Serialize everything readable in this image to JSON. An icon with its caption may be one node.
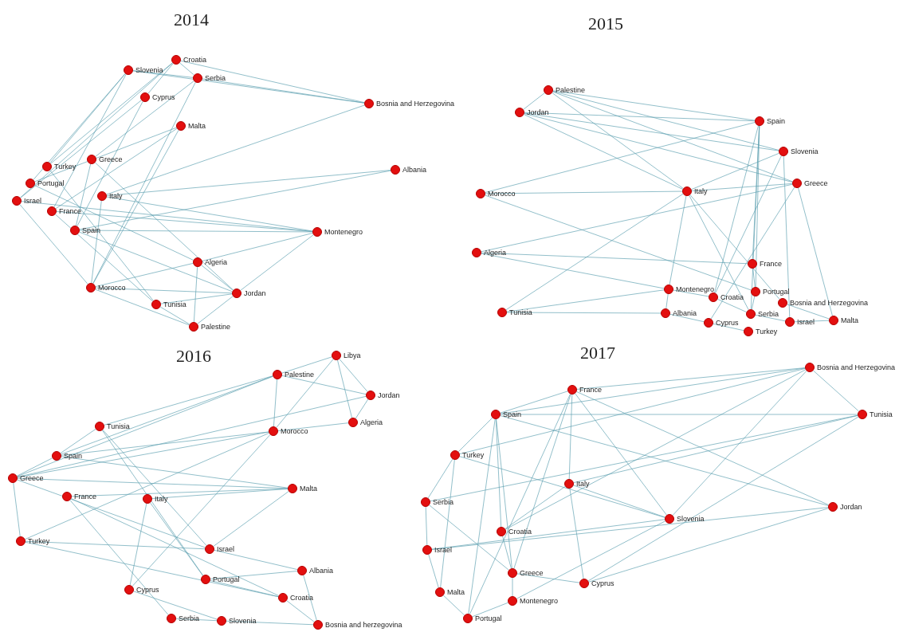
{
  "diagram": {
    "nodes": [
      {
        "text": [
          "Slovenia"
        ]
      },
      {
        "text": [
          "Croatia"
        ]
      },
      {
        "text": [
          "Serbia"
        ]
      },
      {
        "text": [
          "Cyprus"
        ]
      },
      {
        "text": [
          "Bosnia and Herzegovina"
        ]
      },
      {
        "text": [
          "Malta"
        ]
      },
      {
        "text": [
          "Turkey"
        ]
      },
      {
        "text": [
          "Greece"
        ]
      },
      {
        "text": [
          "Albania"
        ]
      },
      {
        "text": [
          "Portugal"
        ]
      },
      {
        "text": [
          "Italy"
        ]
      },
      {
        "text": [
          "Israel"
        ]
      },
      {
        "text": [
          "France"
        ]
      },
      {
        "text": [
          "Spain"
        ]
      },
      {
        "text": [
          "Montenegro"
        ]
      },
      {
        "text": [
          "Algeria"
        ]
      },
      {
        "text": [
          "Morocco"
        ]
      },
      {
        "text": [
          "Jordan"
        ]
      },
      {
        "text": [
          "Tunisia"
        ]
      },
      {
        "text": [
          "Palestine"
        ]
      },
      {
        "text": [
          "Palestine"
        ]
      },
      {
        "text": [
          "Jordan"
        ]
      },
      {
        "text": [
          "Spain"
        ]
      },
      {
        "text": [
          "Slovenia"
        ]
      },
      {
        "text": [
          "Greece"
        ]
      },
      {
        "text": [
          "Morocco"
        ]
      },
      {
        "text": [
          "Italy"
        ]
      },
      {
        "text": [
          "Algeria"
        ]
      },
      {
        "text": [
          "France"
        ]
      },
      {
        "text": [
          "Montenegro"
        ]
      },
      {
        "text": [
          "Croatia"
        ]
      },
      {
        "text": [
          "Portugal"
        ]
      },
      {
        "text": [
          "Bosnia and Herzegovina"
        ]
      },
      {
        "text": [
          "Tunisia"
        ]
      },
      {
        "text": [
          "Albania"
        ]
      },
      {
        "text": [
          "Serbia"
        ]
      },
      {
        "text": [
          "Cyprus"
        ]
      },
      {
        "text": [
          "Israel"
        ]
      },
      {
        "text": [
          "Malta"
        ]
      },
      {
        "text": [
          "Turkey"
        ]
      },
      {
        "text": [
          "Libya"
        ]
      },
      {
        "text": [
          "Palestine"
        ]
      },
      {
        "text": [
          "Jordan"
        ]
      },
      {
        "text": [
          "Algeria"
        ]
      },
      {
        "text": [
          "Tunisia"
        ]
      },
      {
        "text": [
          "Morocco"
        ]
      },
      {
        "text": [
          "Spain"
        ]
      },
      {
        "text": [
          "Greece"
        ]
      },
      {
        "text": [
          "Malta"
        ]
      },
      {
        "text": [
          "France"
        ]
      },
      {
        "text": [
          "Italy"
        ]
      },
      {
        "text": [
          "Turkey"
        ]
      },
      {
        "text": [
          "Israel"
        ]
      },
      {
        "text": [
          "Albania"
        ]
      },
      {
        "text": [
          "Portugal"
        ]
      },
      {
        "text": [
          "Cyprus"
        ]
      },
      {
        "text": [
          "Croatia"
        ]
      },
      {
        "text": [
          "Serbia"
        ]
      },
      {
        "text": [
          "Slovenia"
        ]
      },
      {
        "text": [
          "Bosnia and herzegovina"
        ]
      },
      {
        "text": [
          "Bosnia and Herzegovina"
        ]
      },
      {
        "text": [
          "France"
        ]
      },
      {
        "text": [
          "Spain"
        ]
      },
      {
        "text": [
          "Tunisia"
        ]
      },
      {
        "text": [
          "Turkey"
        ]
      },
      {
        "text": [
          "Italy"
        ]
      },
      {
        "text": [
          "Serbia"
        ]
      },
      {
        "text": [
          "Jordan"
        ]
      },
      {
        "text": [
          "Slovenia"
        ]
      },
      {
        "text": [
          "Croatia"
        ]
      },
      {
        "text": [
          "Israel"
        ]
      },
      {
        "text": [
          "Greece"
        ]
      },
      {
        "text": [
          "Cyprus"
        ]
      },
      {
        "text": [
          "Malta"
        ]
      },
      {
        "text": [
          "Montenegro"
        ]
      },
      {
        "text": [
          "Portugal"
        ]
      }
    ],
    "edges": [
      {
        "from": 1,
        "to": 4,
        "arrow": "none"
      },
      {
        "from": 2,
        "to": 4,
        "arrow": "none"
      },
      {
        "from": 0,
        "to": 4,
        "arrow": "none"
      },
      {
        "from": 10,
        "to": 4,
        "arrow": "none"
      },
      {
        "from": 8,
        "to": 10,
        "arrow": "none"
      },
      {
        "from": 8,
        "to": 13,
        "arrow": "none"
      },
      {
        "from": 14,
        "to": 10,
        "arrow": "none"
      },
      {
        "from": 14,
        "to": 12,
        "arrow": "none"
      },
      {
        "from": 14,
        "to": 11,
        "arrow": "none"
      },
      {
        "from": 14,
        "to": 13,
        "arrow": "none"
      },
      {
        "from": 14,
        "to": 15,
        "arrow": "none"
      },
      {
        "from": 14,
        "to": 17,
        "arrow": "none"
      },
      {
        "from": 15,
        "to": 16,
        "arrow": "none"
      },
      {
        "from": 15,
        "to": 17,
        "arrow": "none"
      },
      {
        "from": 17,
        "to": 18,
        "arrow": "none"
      },
      {
        "from": 17,
        "to": 19,
        "arrow": "none"
      },
      {
        "from": 16,
        "to": 17,
        "arrow": "none"
      },
      {
        "from": 16,
        "to": 19,
        "arrow": "none"
      },
      {
        "from": 18,
        "to": 19,
        "arrow": "none"
      },
      {
        "from": 15,
        "to": 19,
        "arrow": "none"
      },
      {
        "from": 0,
        "to": 6,
        "arrow": "none"
      },
      {
        "from": 0,
        "to": 9,
        "arrow": "none"
      },
      {
        "from": 1,
        "to": 6,
        "arrow": "none"
      },
      {
        "from": 1,
        "to": 3,
        "arrow": "none"
      },
      {
        "from": 1,
        "to": 2,
        "arrow": "none"
      },
      {
        "from": 2,
        "to": 0,
        "arrow": "none"
      },
      {
        "from": 2,
        "to": 7,
        "arrow": "none"
      },
      {
        "from": 3,
        "to": 11,
        "arrow": "none"
      },
      {
        "from": 5,
        "to": 12,
        "arrow": "none"
      },
      {
        "from": 5,
        "to": 9,
        "arrow": "none"
      },
      {
        "from": 7,
        "to": 13,
        "arrow": "none"
      },
      {
        "from": 7,
        "to": 17,
        "arrow": "none"
      },
      {
        "from": 10,
        "to": 16,
        "arrow": "none"
      },
      {
        "from": 6,
        "to": 18,
        "arrow": "none"
      },
      {
        "from": 11,
        "to": 16,
        "arrow": "none"
      },
      {
        "from": 12,
        "to": 18,
        "arrow": "none"
      },
      {
        "from": 13,
        "to": 17,
        "arrow": "none"
      },
      {
        "from": 9,
        "to": 15,
        "arrow": "none"
      },
      {
        "from": 2,
        "to": 16,
        "arrow": "none"
      },
      {
        "from": 3,
        "to": 13,
        "arrow": "none"
      },
      {
        "from": 5,
        "to": 16,
        "arrow": "none"
      },
      {
        "from": 0,
        "to": 12,
        "arrow": "none"
      },
      {
        "from": 1,
        "to": 11,
        "arrow": "none"
      },
      {
        "from": 20,
        "to": 21,
        "arrow": "none"
      },
      {
        "from": 20,
        "to": 22,
        "arrow": "none"
      },
      {
        "from": 20,
        "to": 23,
        "arrow": "none"
      },
      {
        "from": 20,
        "to": 26,
        "arrow": "none"
      },
      {
        "from": 20,
        "to": 24,
        "arrow": "none"
      },
      {
        "from": 21,
        "to": 22,
        "arrow": "none"
      },
      {
        "from": 21,
        "to": 23,
        "arrow": "none"
      },
      {
        "from": 21,
        "to": 26,
        "arrow": "none"
      },
      {
        "from": 21,
        "to": 24,
        "arrow": "none"
      },
      {
        "from": 25,
        "to": 22,
        "arrow": "none"
      },
      {
        "from": 25,
        "to": 26,
        "arrow": "none"
      },
      {
        "from": 25,
        "to": 31,
        "arrow": "none"
      },
      {
        "from": 27,
        "to": 24,
        "arrow": "none"
      },
      {
        "from": 27,
        "to": 28,
        "arrow": "none"
      },
      {
        "from": 27,
        "to": 29,
        "arrow": "none"
      },
      {
        "from": 33,
        "to": 26,
        "arrow": "none"
      },
      {
        "from": 33,
        "to": 29,
        "arrow": "none"
      },
      {
        "from": 33,
        "to": 34,
        "arrow": "none"
      },
      {
        "from": 22,
        "to": 28,
        "arrow": "none"
      },
      {
        "from": 22,
        "to": 31,
        "arrow": "none"
      },
      {
        "from": 22,
        "to": 30,
        "arrow": "none"
      },
      {
        "from": 22,
        "to": 35,
        "arrow": "none"
      },
      {
        "from": 23,
        "to": 30,
        "arrow": "none"
      },
      {
        "from": 23,
        "to": 37,
        "arrow": "none"
      },
      {
        "from": 24,
        "to": 38,
        "arrow": "none"
      },
      {
        "from": 24,
        "to": 36,
        "arrow": "none"
      },
      {
        "from": 26,
        "to": 29,
        "arrow": "none"
      },
      {
        "from": 26,
        "to": 35,
        "arrow": "none"
      },
      {
        "from": 26,
        "to": 32,
        "arrow": "none"
      },
      {
        "from": 28,
        "to": 31,
        "arrow": "none"
      },
      {
        "from": 29,
        "to": 30,
        "arrow": "none"
      },
      {
        "from": 30,
        "to": 35,
        "arrow": "none"
      },
      {
        "from": 31,
        "to": 35,
        "arrow": "none"
      },
      {
        "from": 34,
        "to": 36,
        "arrow": "none"
      },
      {
        "from": 36,
        "to": 39,
        "arrow": "none"
      },
      {
        "from": 35,
        "to": 37,
        "arrow": "none"
      },
      {
        "from": 37,
        "to": 38,
        "arrow": "none"
      },
      {
        "from": 32,
        "to": 38,
        "arrow": "none"
      },
      {
        "from": 29,
        "to": 34,
        "arrow": "none"
      },
      {
        "from": 23,
        "to": 26,
        "arrow": "none"
      },
      {
        "from": 24,
        "to": 26,
        "arrow": "none"
      },
      {
        "from": 40,
        "to": 41,
        "arrow": "none"
      },
      {
        "from": 40,
        "to": 42,
        "arrow": "none"
      },
      {
        "from": 40,
        "to": 43,
        "arrow": "none"
      },
      {
        "from": 40,
        "to": 45,
        "arrow": "none"
      },
      {
        "from": 41,
        "to": 45,
        "arrow": "none"
      },
      {
        "from": 41,
        "to": 42,
        "arrow": "none"
      },
      {
        "from": 42,
        "to": 43,
        "arrow": "none"
      },
      {
        "from": 41,
        "to": 47,
        "arrow": "none"
      },
      {
        "from": 41,
        "to": 46,
        "arrow": "none"
      },
      {
        "from": 42,
        "to": 47,
        "arrow": "none"
      },
      {
        "from": 43,
        "to": 46,
        "arrow": "none"
      },
      {
        "from": 45,
        "to": 47,
        "arrow": "none"
      },
      {
        "from": 45,
        "to": 51,
        "arrow": "none"
      },
      {
        "from": 44,
        "to": 41,
        "arrow": "none"
      },
      {
        "from": 44,
        "to": 46,
        "arrow": "none"
      },
      {
        "from": 44,
        "to": 52,
        "arrow": "none"
      },
      {
        "from": 47,
        "to": 46,
        "arrow": "none"
      },
      {
        "from": 47,
        "to": 48,
        "arrow": "none"
      },
      {
        "from": 47,
        "to": 51,
        "arrow": "none"
      },
      {
        "from": 47,
        "to": 52,
        "arrow": "none"
      },
      {
        "from": 46,
        "to": 48,
        "arrow": "none"
      },
      {
        "from": 49,
        "to": 48,
        "arrow": "none"
      },
      {
        "from": 50,
        "to": 48,
        "arrow": "none"
      },
      {
        "from": 48,
        "to": 52,
        "arrow": "none"
      },
      {
        "from": 49,
        "to": 56,
        "arrow": "none"
      },
      {
        "from": 50,
        "to": 54,
        "arrow": "none"
      },
      {
        "from": 51,
        "to": 52,
        "arrow": "none"
      },
      {
        "from": 51,
        "to": 56,
        "arrow": "none"
      },
      {
        "from": 52,
        "to": 53,
        "arrow": "none"
      },
      {
        "from": 53,
        "to": 59,
        "arrow": "none"
      },
      {
        "from": 53,
        "to": 54,
        "arrow": "none"
      },
      {
        "from": 54,
        "to": 56,
        "arrow": "none"
      },
      {
        "from": 55,
        "to": 58,
        "arrow": "none"
      },
      {
        "from": 57,
        "to": 58,
        "arrow": "none"
      },
      {
        "from": 58,
        "to": 59,
        "arrow": "none"
      },
      {
        "from": 56,
        "to": 59,
        "arrow": "none"
      },
      {
        "from": 49,
        "to": 57,
        "arrow": "none"
      },
      {
        "from": 50,
        "to": 55,
        "arrow": "none"
      },
      {
        "from": 45,
        "to": 55,
        "arrow": "none"
      },
      {
        "from": 44,
        "to": 54,
        "arrow": "none"
      },
      {
        "from": 60,
        "to": 61,
        "arrow": "none"
      },
      {
        "from": 60,
        "to": 63,
        "arrow": "none"
      },
      {
        "from": 60,
        "to": 62,
        "arrow": "none"
      },
      {
        "from": 60,
        "to": 68,
        "arrow": "none"
      },
      {
        "from": 60,
        "to": 69,
        "arrow": "none"
      },
      {
        "from": 60,
        "to": 64,
        "arrow": "none"
      },
      {
        "from": 63,
        "to": 62,
        "arrow": "none"
      },
      {
        "from": 63,
        "to": 72,
        "arrow": "none"
      },
      {
        "from": 63,
        "to": 66,
        "arrow": "none"
      },
      {
        "from": 63,
        "to": 65,
        "arrow": "none"
      },
      {
        "from": 67,
        "to": 61,
        "arrow": "none"
      },
      {
        "from": 67,
        "to": 62,
        "arrow": "none"
      },
      {
        "from": 67,
        "to": 72,
        "arrow": "none"
      },
      {
        "from": 67,
        "to": 70,
        "arrow": "none"
      },
      {
        "from": 61,
        "to": 62,
        "arrow": "none"
      },
      {
        "from": 61,
        "to": 65,
        "arrow": "none"
      },
      {
        "from": 61,
        "to": 75,
        "arrow": "none"
      },
      {
        "from": 61,
        "to": 71,
        "arrow": "none"
      },
      {
        "from": 61,
        "to": 68,
        "arrow": "none"
      },
      {
        "from": 62,
        "to": 69,
        "arrow": "none"
      },
      {
        "from": 62,
        "to": 64,
        "arrow": "none"
      },
      {
        "from": 62,
        "to": 71,
        "arrow": "none"
      },
      {
        "from": 64,
        "to": 66,
        "arrow": "none"
      },
      {
        "from": 64,
        "to": 68,
        "arrow": "none"
      },
      {
        "from": 65,
        "to": 68,
        "arrow": "none"
      },
      {
        "from": 65,
        "to": 72,
        "arrow": "none"
      },
      {
        "from": 66,
        "to": 70,
        "arrow": "none"
      },
      {
        "from": 70,
        "to": 73,
        "arrow": "none"
      },
      {
        "from": 73,
        "to": 75,
        "arrow": "none"
      },
      {
        "from": 69,
        "to": 71,
        "arrow": "none"
      },
      {
        "from": 71,
        "to": 74,
        "arrow": "none"
      },
      {
        "from": 74,
        "to": 75,
        "arrow": "none"
      },
      {
        "from": 68,
        "to": 70,
        "arrow": "none"
      },
      {
        "from": 68,
        "to": 74,
        "arrow": "none"
      },
      {
        "from": 72,
        "to": 71,
        "arrow": "none"
      },
      {
        "from": 66,
        "to": 71,
        "arrow": "none"
      },
      {
        "from": 64,
        "to": 73,
        "arrow": "none"
      },
      {
        "from": 65,
        "to": 69,
        "arrow": "none"
      },
      {
        "from": 62,
        "to": 75,
        "arrow": "none"
      }
    ],
    "labels": [
      "2014",
      "2015",
      "2016",
      "2017"
    ]
  }
}
